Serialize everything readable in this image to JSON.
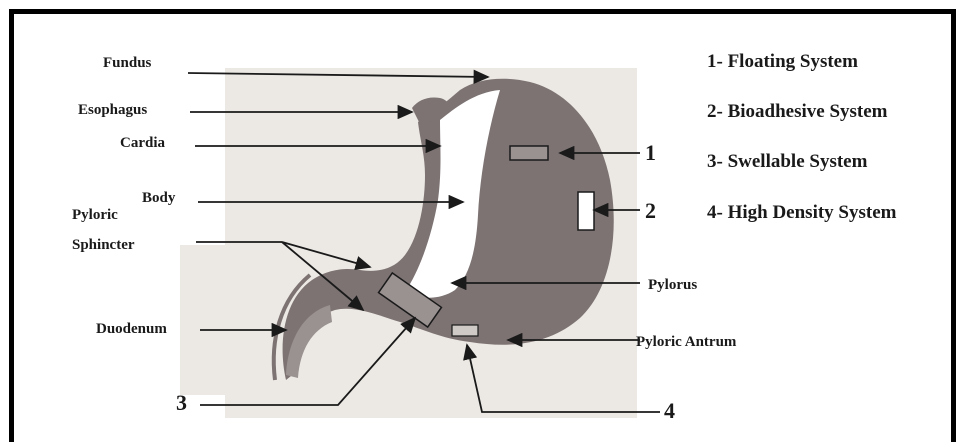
{
  "labels": {
    "fundus": "Fundus",
    "esophagus": "Esophagus",
    "cardia": "Cardia",
    "body": "Body",
    "pyloric_sphincter_line1": "Pyloric",
    "pyloric_sphincter_line2": "Sphincter",
    "duodenum": "Duodenum",
    "pylorus": "Pylorus",
    "pyloric_antrum": "Pyloric Antrum"
  },
  "markers": [
    "1",
    "2",
    "3",
    "4"
  ],
  "legend": [
    "1- Floating System",
    "2- Bioadhesive System",
    "3- Swellable System",
    "4- High Density System"
  ],
  "colors": {
    "stomach": "#7d7373",
    "stomach_inner": "#ffffff",
    "background_panel": "#ece9e4",
    "lines": "#1a1a1a"
  }
}
